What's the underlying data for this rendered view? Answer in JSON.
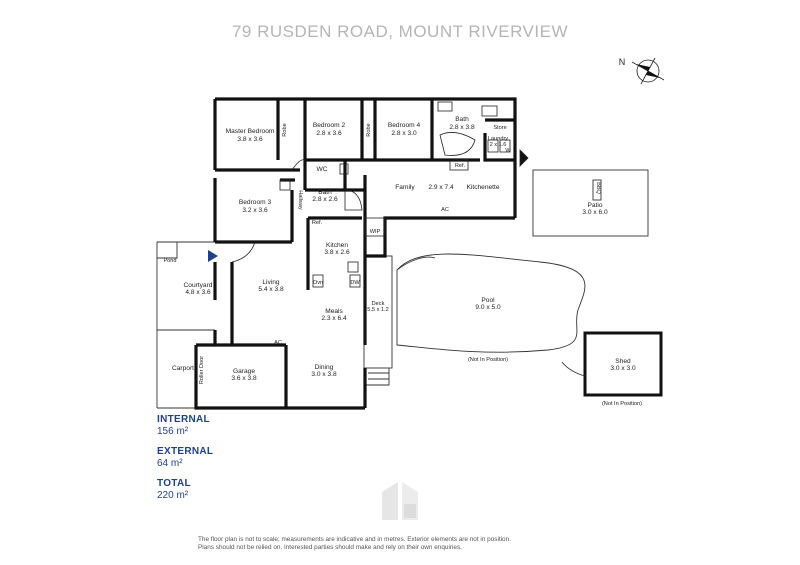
{
  "title": "79 RUSDEN ROAD, MOUNT RIVERVIEW",
  "compass_label": "N",
  "rooms": {
    "master_bedroom": {
      "name": "Master Bedroom",
      "size": "3.8 x 3.6"
    },
    "bedroom2": {
      "name": "Bedroom 2",
      "size": "2.8 x 3.6"
    },
    "bedroom4": {
      "name": "Bedroom 4",
      "size": "2.8 x 3.0"
    },
    "bath_top": {
      "name": "Bath",
      "size": "2.8 x 3.8"
    },
    "store": {
      "name": "Store"
    },
    "laundry": {
      "name": "Laundry",
      "size": "2 x 1.6"
    },
    "wc": {
      "name": "WC"
    },
    "bath_mid": {
      "name": "Bath",
      "size": "2.8 x 2.6"
    },
    "bedroom3": {
      "name": "Bedroom 3",
      "size": "3.2 x 3.6"
    },
    "family": {
      "name": "Family"
    },
    "family_kitchenette_size": "2.9 x 7.4",
    "kitchenette": {
      "name": "Kitchenette"
    },
    "kitchen": {
      "name": "Kitchen",
      "size": "3.8 x 2.6"
    },
    "living": {
      "name": "Living",
      "size": "5.4 x 3.8"
    },
    "meals": {
      "name": "Meals",
      "size": "2.3 x 6.4"
    },
    "dining": {
      "name": "Dining",
      "size": "3.0 x 3.8"
    },
    "garage": {
      "name": "Garage",
      "size": "3.6 x 3.8"
    },
    "carport": {
      "name": "Carport"
    },
    "courtyard": {
      "name": "Courtyard",
      "size": "4.8 x 3.6"
    },
    "pond": {
      "name": "Pond"
    },
    "deck": {
      "name": "Deck",
      "size": "5.5 x 1.2"
    },
    "patio": {
      "name": "Patio",
      "size": "3.0 x 6.0"
    },
    "pool": {
      "name": "Pool",
      "size": "9.0 x 5.0"
    },
    "shed": {
      "name": "Shed",
      "size": "3.0 x 3.0"
    }
  },
  "fixtures": {
    "robe": "Robe",
    "hallway": "Hallway",
    "ref": "Ref.",
    "wip": "WIP",
    "ovn": "Ovn",
    "dw": "DW",
    "ac": "AC",
    "w": "W",
    "bbq": "BBQ",
    "roller_door": "Roller Door"
  },
  "notes": {
    "not_in_position": "(Not In Position)"
  },
  "areas": {
    "internal_label": "INTERNAL",
    "internal_value": "156 m²",
    "external_label": "EXTERNAL",
    "external_value": "64 m²",
    "total_label": "TOTAL",
    "total_value": "220 m²"
  },
  "disclaimer_line1": "The floor plan is not to scale; measurements are indicative and in metres. Exterior elements are not in position.",
  "disclaimer_line2": "Plans should not be relied on. Interested parties should make and rely on their own enquiries.",
  "colors": {
    "accent": "#1f3f8f",
    "wall": "#111111",
    "title": "#b5b5b5"
  }
}
